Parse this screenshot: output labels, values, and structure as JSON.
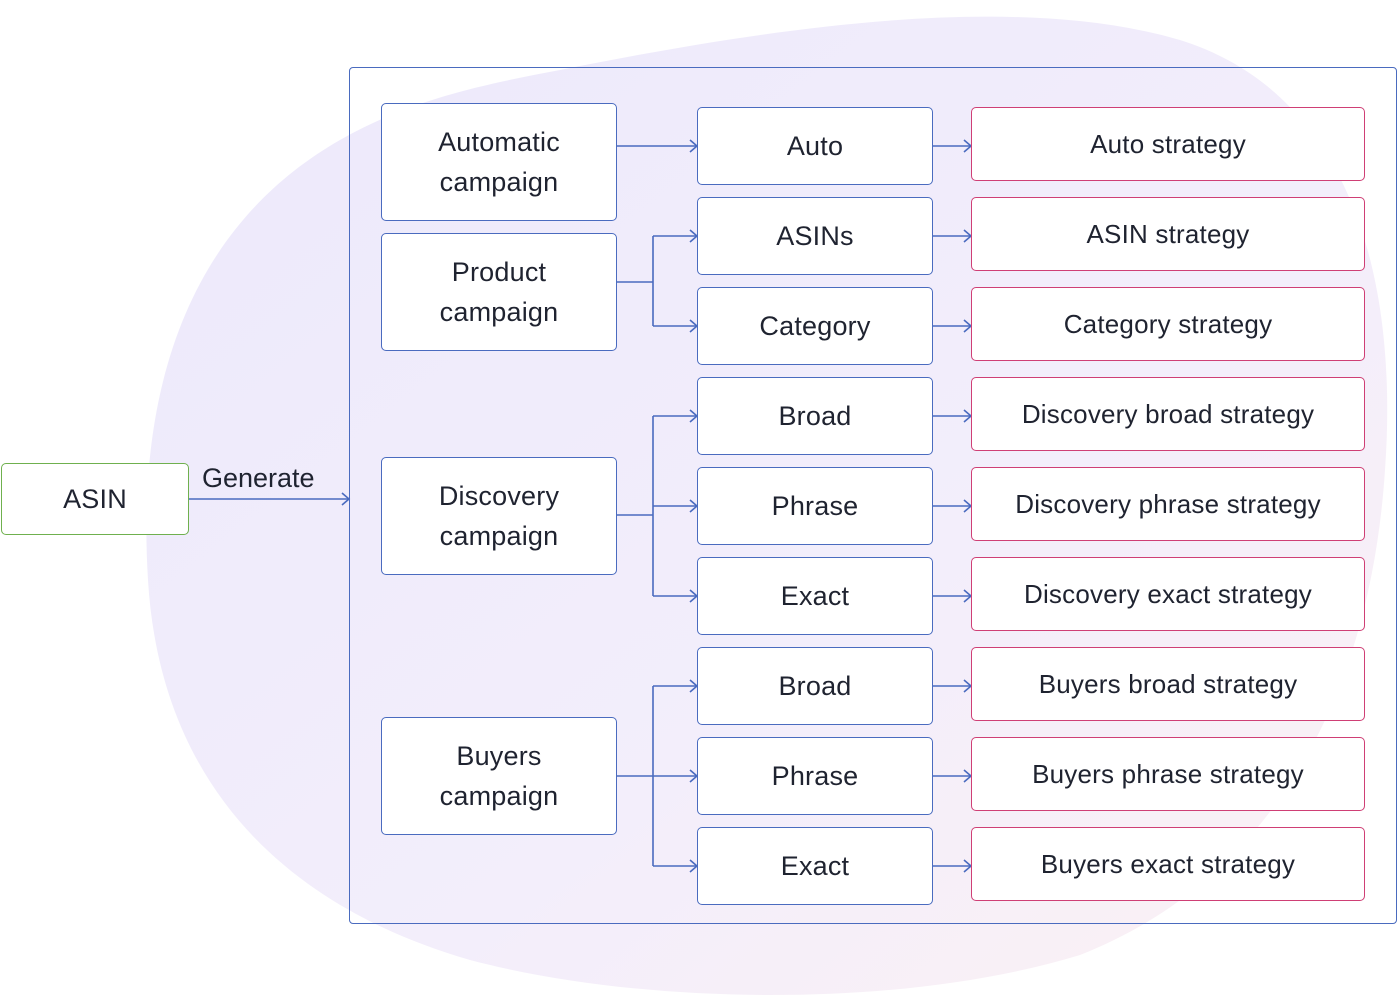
{
  "source": {
    "label": "ASIN"
  },
  "edge_label": "Generate",
  "campaigns": [
    {
      "id": "automatic",
      "line1": "Automatic",
      "line2": "campaign"
    },
    {
      "id": "product",
      "line1": "Product",
      "line2": "campaign"
    },
    {
      "id": "discovery",
      "line1": "Discovery",
      "line2": "campaign"
    },
    {
      "id": "buyers",
      "line1": "Buyers",
      "line2": "campaign"
    }
  ],
  "targets": [
    {
      "label": "Auto",
      "strategy": "Auto strategy"
    },
    {
      "label": "ASINs",
      "strategy": "ASIN strategy"
    },
    {
      "label": "Category",
      "strategy": "Category strategy"
    },
    {
      "label": "Broad",
      "strategy": "Discovery broad strategy"
    },
    {
      "label": "Phrase",
      "strategy": "Discovery phrase strategy"
    },
    {
      "label": "Exact",
      "strategy": "Discovery exact strategy"
    },
    {
      "label": "Broad",
      "strategy": "Buyers broad strategy"
    },
    {
      "label": "Phrase",
      "strategy": "Buyers phrase strategy"
    },
    {
      "label": "Exact",
      "strategy": "Buyers exact strategy"
    }
  ],
  "colors": {
    "campaign_border": "#4a6bbf",
    "strategy_border": "#cf3f75",
    "source_border": "#6fb04e",
    "connector": "#4a6bbf"
  }
}
